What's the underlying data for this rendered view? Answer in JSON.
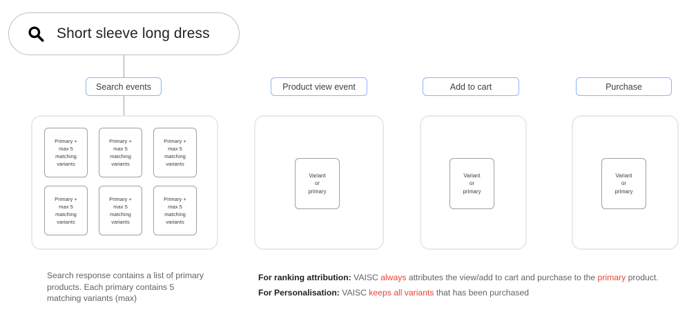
{
  "search": {
    "icon": "search-icon",
    "query": "Short sleeve long dress"
  },
  "columns": [
    {
      "chip_label": "Search events",
      "kind": "grid",
      "cards": [
        "Primary +\nmax 5\nmatching\nvariants",
        "Primary +\nmax 5\nmatching\nvariants",
        "Primary +\nmax 5\nmatching\nvariants",
        "Primary +\nmax 5\nmatching\nvariants",
        "Primary +\nmax 5\nmatching\nvariants",
        "Primary +\nmax 5\nmatching\nvariants"
      ]
    },
    {
      "chip_label": "Product view event",
      "kind": "single",
      "card": "Variant\nor\nprimary"
    },
    {
      "chip_label": "Add to cart",
      "kind": "single",
      "card": "Variant\nor\nprimary"
    },
    {
      "chip_label": "Purchase",
      "kind": "single",
      "card": "Variant\nor\nprimary"
    }
  ],
  "captions": {
    "left": "Search response contains a list of primary products. Each primary contains 5 matching variants (max)",
    "ranking": {
      "label": "For ranking attribution:",
      "part1": " VAISC ",
      "highlight1": "always",
      "part2": " attributes the view/add to cart and purchase to the ",
      "highlight2": "primary",
      "part3": " product."
    },
    "personalisation": {
      "label": "For Personalisation:",
      "part1": " VAISC ",
      "highlight1": "keeps all variants",
      "part2": " that has been purchased"
    }
  },
  "colors": {
    "chip_border": "#8ab4f8",
    "panel_border": "#e9eaec",
    "card_border": "#9aa0a6",
    "highlight": "#ea4335",
    "line": "#9aa0a6",
    "text": "#3c4043",
    "muted_text": "#5f6368"
  }
}
